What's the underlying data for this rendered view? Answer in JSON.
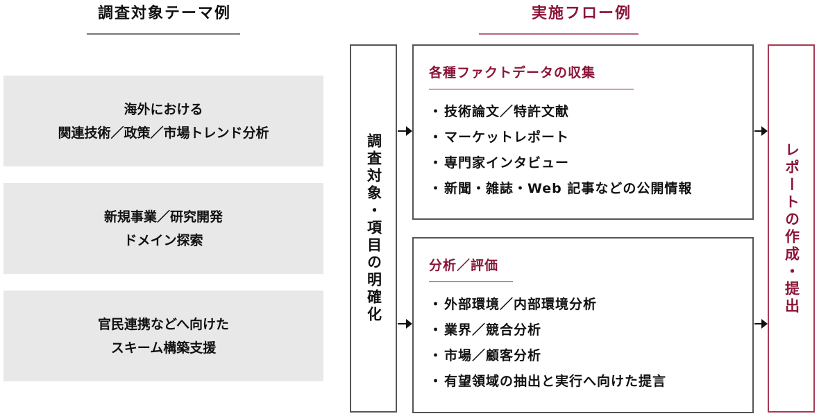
{
  "left_section": {
    "title": "調査対象テーマ例",
    "themes": [
      {
        "line1": "海外における",
        "line2": "関連技術／政策／市場トレンド分析"
      },
      {
        "line1": "新規事業／研究開発",
        "line2": "ドメイン探索"
      },
      {
        "line1": "官民連携などへ向けた",
        "line2": "スキーム構築支援"
      }
    ]
  },
  "right_section": {
    "title": "実施フロー例",
    "step_clarify": "調査対象・項目の明確化",
    "steps": [
      {
        "title": "各種ファクトデータの収集",
        "bullet": "・",
        "items": [
          "技術論文／特許文献",
          "マーケットレポート",
          "専門家インタビュー",
          "新聞・雑誌・Web 記事などの公開情報"
        ]
      },
      {
        "title": "分析／評価",
        "bullet": "・",
        "items": [
          "外部環境／内部環境分析",
          "業界／競合分析",
          "市場／顧客分析",
          "有望領域の抽出と実行へ向けた提言"
        ]
      }
    ],
    "step_report": "レポートの作成・提出"
  },
  "colors": {
    "accent": "#8b1538",
    "theme_box_bg": "#e8e8e8",
    "border": "#555555",
    "text": "#111111"
  }
}
